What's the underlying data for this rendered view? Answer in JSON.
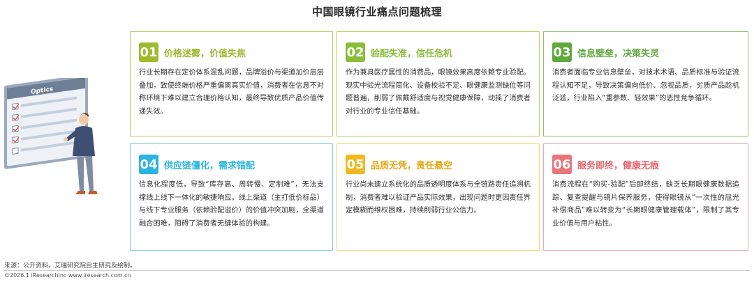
{
  "page": {
    "title": "中国眼镜行业痛点问题梳理"
  },
  "illustration": {
    "board_label": "Optics"
  },
  "cards": [
    {
      "num": "01",
      "title": "价格迷雾，价值失焦",
      "body": "行业长期存在定价体系混乱问题，品牌溢价与渠道加价层层叠加，致使终端价格严重偏离真实价值，消费者在信息不对称环境下难以建立合理价格认知，最终导致优质产品价值传递失效。",
      "accent": "#9dbb2f",
      "border": "#b8cc5a"
    },
    {
      "num": "02",
      "title": "验配失准，信任危机",
      "body": "作为兼具医疗属性的消费品，眼镜效果高度依赖专业验配。现实中验光流程简化、设备校验不足、眼健康监测缺位等问题普遍，削弱了佩戴舒适度与视觉健康保障，动摇了消费者对行业的专业信任基础。",
      "accent": "#8cbd3a",
      "border": "#b8cc5a"
    },
    {
      "num": "03",
      "title": "信息壁垒，决策失灵",
      "body": "消费者面临专业信息壁垒，对技术术语、品质标准与验证流程认知不足，导致决策偏向低价、忽视品质，劣质产品趁机泛滥，行业陷入“重参数、轻效果”的恶性竞争循环。",
      "accent": "#5fa83c",
      "border": "#8fc06a"
    },
    {
      "num": "04",
      "title": "供应链僵化，需求错配",
      "body": "信息化程度低，导致“库存高、周转慢、定制难”，无法支撑线上线下一体化的敏捷响应。线上渠道（主打低价标品）与线下专业服务（依赖验配溢价）的价值冲突加剧，全渠道融合困难，阻碍了消费者无缝体验的构建。",
      "accent": "#2ab5e0",
      "border": "#7fcbe8"
    },
    {
      "num": "05",
      "title": "品质无凭，责任悬空",
      "body": "行业尚未建立系统化的品质透明度体系与全链路责任追溯机制，消费者难以验证产品实际效果，出现问题时更因责任界定模糊而维权困难，持续削弱行业公信力。",
      "accent": "#f2b81f",
      "border": "#f0d66a"
    },
    {
      "num": "06",
      "title": "服务即终，健康无痕",
      "body": "消费流程在“购买-验配”后即终结，缺乏长期眼健康数据追踪、复查提醒与镜片保养服务，使得眼镜从“一次性的屈光补偿商品”难以转变为“长期眼健康管理载体”，限制了其专业价值与用户粘性。",
      "accent": "#e8757a",
      "border": "#f0a6a9"
    }
  ],
  "footer": {
    "source": "来源：公开资料，艾瑞研究院自主研究及绘制。",
    "copyright": "©2026.1 iResearchInc www.iresearch.com.cn"
  }
}
